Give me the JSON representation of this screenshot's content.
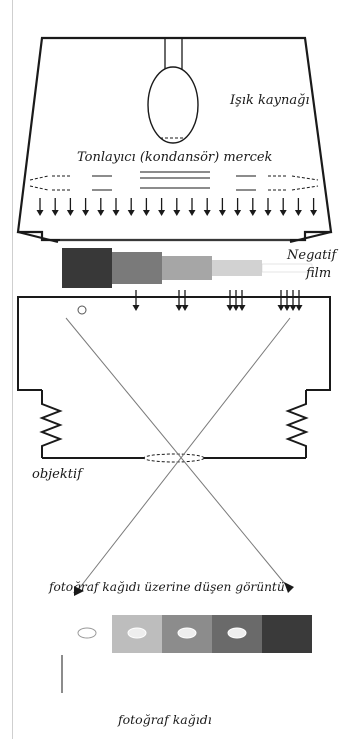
{
  "labels": {
    "light_source": "Işık kaynağı",
    "condenser": "Tonlayıcı (kondansör) mercek",
    "negative_film_1": "Negatif",
    "negative_film_2": "film",
    "objective": "objektif",
    "projected_image": "fotoğraf kağıdı üzerine düşen görüntü",
    "photo_paper": "fotoğraf kağıdı"
  },
  "negative_strip": {
    "tones": [
      "#383838",
      "#7a7a7a",
      "#a6a6a6",
      "#d2d2d2",
      "#ffffff"
    ],
    "arrow_counts": [
      0,
      1,
      2,
      3,
      4
    ]
  },
  "paper_strip": {
    "tones": [
      "#ffffff",
      "#bdbdbd",
      "#8c8c8c",
      "#6a6a6a",
      "#3a3a3a"
    ]
  },
  "colors": {
    "line": "#1a1a1a",
    "beam": "#7a7a7a"
  }
}
